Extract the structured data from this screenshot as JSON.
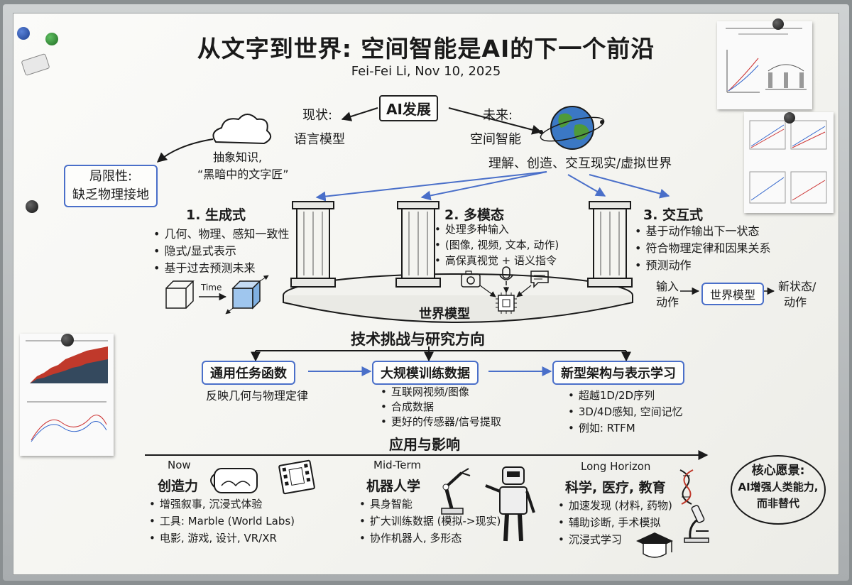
{
  "title": "从文字到世界: 空间智能是AI的下一个前沿",
  "subtitle": "Fei-Fei Li,  Nov 10, 2025",
  "top": {
    "center": "AI发展",
    "current_label": "现状:",
    "current_value": "语言模型",
    "future_label": "未来:",
    "future_value": "空间智能",
    "abstract_line1": "抽象知识,",
    "abstract_line2": "“黑暗中的文字匠”",
    "future_desc": "理解、创造、交互现实/虚拟世界",
    "limit_line1": "局限性:",
    "limit_line2": "缺乏物理接地"
  },
  "pillars": {
    "gen_title": "1. 生成式",
    "gen_items": [
      "几何、物理、感知一致性",
      "隐式/显式表示",
      "基于过去预测未来"
    ],
    "time_label": "Time",
    "multi_title": "2. 多模态",
    "multi_items": [
      "处理多种输入",
      "(图像, 视频, 文本, 动作)",
      "高保真视觉 + 语义指令"
    ],
    "inter_title": "3. 交互式",
    "inter_items": [
      "基于动作输出下一状态",
      "符合物理定律和因果关系",
      "预测动作"
    ],
    "base_label": "世界模型",
    "flow_input_1": "输入",
    "flow_input_2": "动作",
    "flow_box": "世界模型",
    "flow_output_1": "新状态/",
    "flow_output_2": "动作"
  },
  "tech": {
    "heading": "技术挑战与研究方向",
    "box1": "通用任务函数",
    "box1_desc": "反映几何与物理定律",
    "box2": "大规模训练数据",
    "box2_items": [
      "互联网视频/图像",
      "合成数据",
      "更好的传感器/信号提取"
    ],
    "box3": "新型架构与表示学习",
    "box3_items": [
      "超越1D/2D序列",
      "3D/4D感知, 空间记忆",
      "例如:  RTFM"
    ]
  },
  "apps": {
    "heading": "应用与影响",
    "now_label": "Now",
    "now_title": "创造力",
    "now_items": [
      "增强叙事, 沉浸式体验",
      "工具: Marble (World Labs)",
      "电影, 游戏, 设计, VR/XR"
    ],
    "mid_label": "Mid-Term",
    "mid_title": "机器人学",
    "mid_items": [
      "具身智能",
      "扩大训练数据 (模拟->现实)",
      "协作机器人, 多形态"
    ],
    "long_label": "Long Horizon",
    "long_title": "科学, 医疗, 教育",
    "long_items": [
      "加速发现 (材料, 药物)",
      "辅助诊断, 手术模拟",
      "沉浸式学习"
    ],
    "vision_line1": "核心愿景:",
    "vision_line2": "AI增强人类能力,",
    "vision_line3": "而非替代"
  },
  "icons": [
    "cloud-icon",
    "globe-icon",
    "pillar-icon",
    "cube-icon",
    "camera-icon",
    "microphone-icon",
    "chat-icon",
    "chip-icon",
    "vr-headset-icon",
    "film-icon",
    "robot-arm-icon",
    "robot-icon",
    "dna-icon",
    "microscope-icon",
    "graduation-cap-icon",
    "magnet-icon"
  ],
  "colors": {
    "marker": "#1a1a1a",
    "blue_marker": "#4a6fc9",
    "board": "#f7f7f4"
  }
}
